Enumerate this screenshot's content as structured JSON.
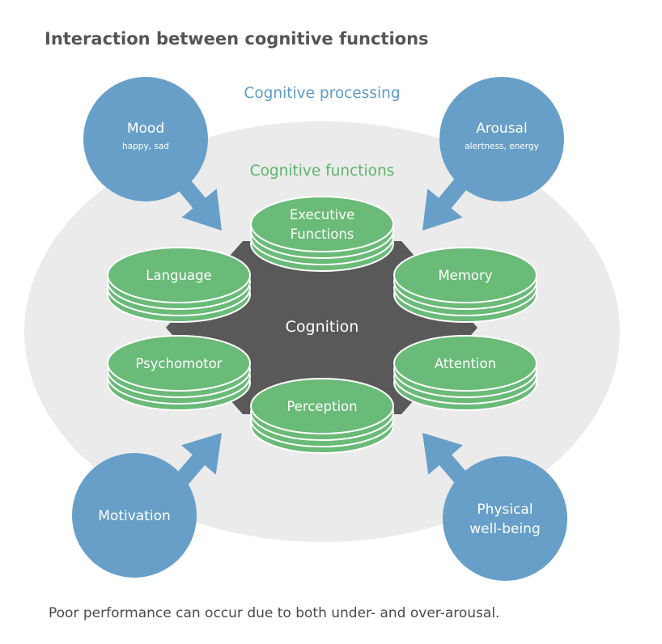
{
  "title": "Interaction between cognitive functions",
  "outer_label": "Cognitive processing",
  "inner_label": "Cognitive functions",
  "center_label": "Cognition",
  "functions": [
    {
      "id": "executive",
      "lines": [
        "Executive",
        "Functions"
      ]
    },
    {
      "id": "language",
      "lines": [
        "Language"
      ]
    },
    {
      "id": "memory",
      "lines": [
        "Memory"
      ]
    },
    {
      "id": "psychomotor",
      "lines": [
        "Psychomotor"
      ]
    },
    {
      "id": "attention",
      "lines": [
        "Attention"
      ]
    },
    {
      "id": "perception",
      "lines": [
        "Perception"
      ]
    }
  ],
  "influences": [
    {
      "id": "mood",
      "lines": [
        "Mood"
      ],
      "sub": "happy, sad"
    },
    {
      "id": "arousal",
      "lines": [
        "Arousal"
      ],
      "sub": "alertness, energy"
    },
    {
      "id": "motivation",
      "lines": [
        "Motivation"
      ],
      "sub": ""
    },
    {
      "id": "physical",
      "lines": [
        "Physical",
        "well-being"
      ],
      "sub": ""
    }
  ],
  "caption": "Poor performance can occur due to both under- and over-arousal.",
  "colors": {
    "circle_blue": "#679fc8",
    "disk_green": "#6aba78",
    "disk_edge": "#ffffff",
    "hexagon": "#595959",
    "ellipse": "#ebebeb"
  }
}
